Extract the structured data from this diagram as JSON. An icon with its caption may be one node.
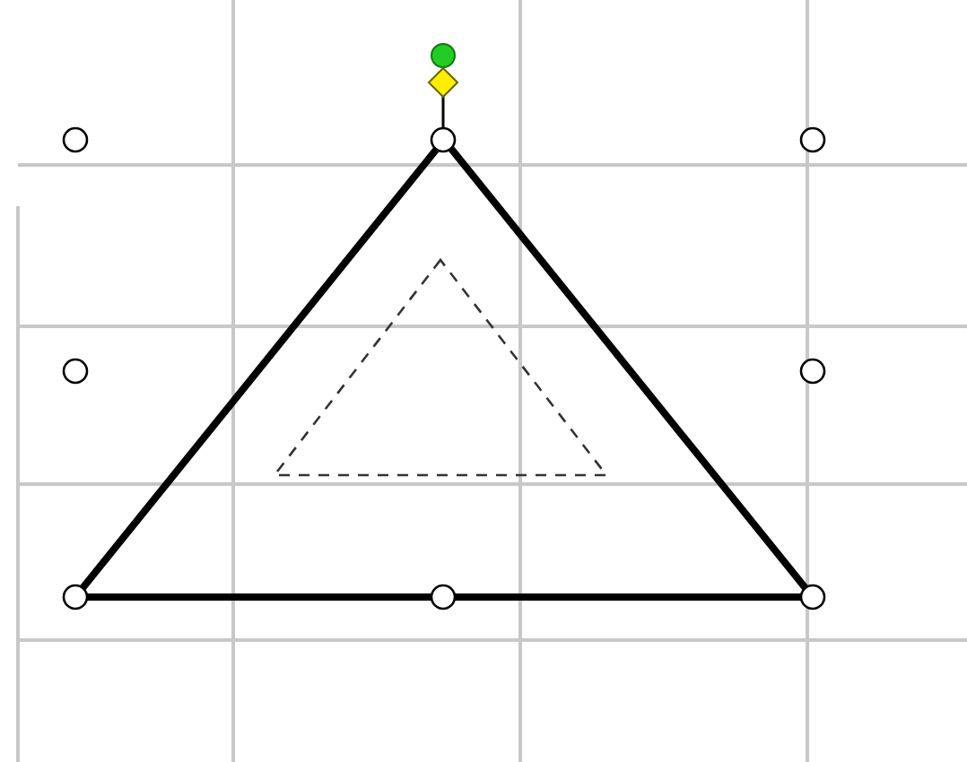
{
  "diagram": {
    "nodes": [
      {
        "text": [],
        "shape": "triangle"
      },
      {
        "text": [],
        "shape": "triangle",
        "in": 0
      }
    ]
  }
}
